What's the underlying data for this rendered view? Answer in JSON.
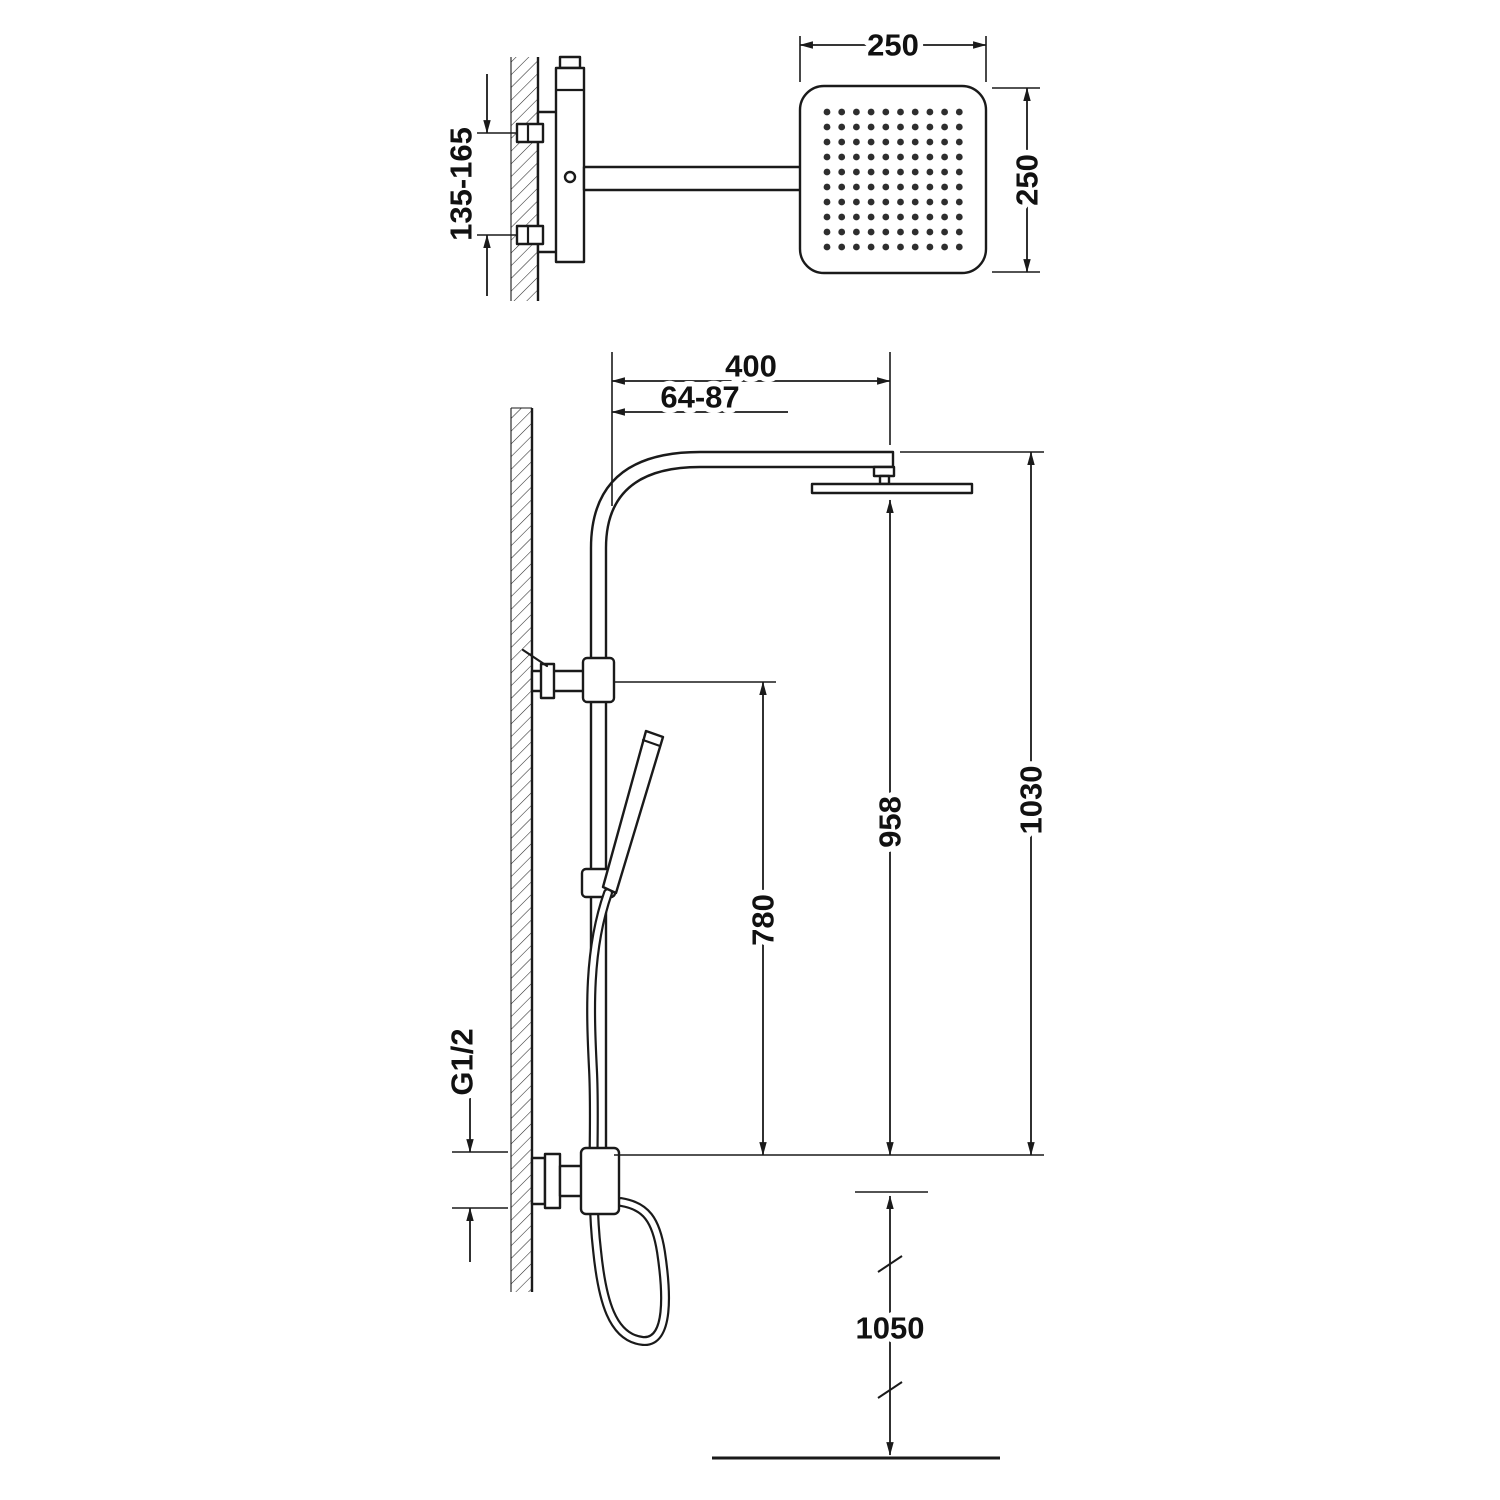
{
  "drawing": {
    "top_view": {
      "head_width": "250",
      "head_depth": "250",
      "bracket_spacing": "135-165"
    },
    "front_view": {
      "arm_reach": "400",
      "wall_offset": "64-87",
      "total_height": "1030",
      "head_clearance": "958",
      "outlet_height": "780",
      "thread": "G1/2",
      "install_height": "1050"
    }
  }
}
